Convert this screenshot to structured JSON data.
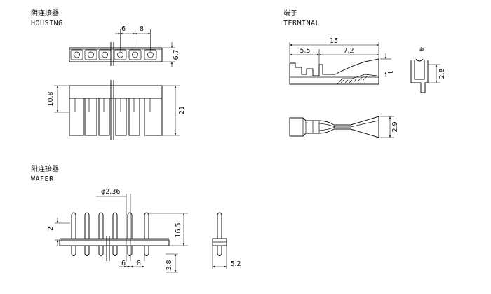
{
  "housing": {
    "title_cn": "阴连接器",
    "title_en": "HOUSING",
    "dims": {
      "pitch_a": "6",
      "pitch_b": "8",
      "height_top": "6.7",
      "left_h": "10.8",
      "right_h": "21"
    }
  },
  "terminal": {
    "title_cn": "端子",
    "title_en": "TERMINAL",
    "dims": {
      "total": "15",
      "front": "5.5",
      "rear": "7.2",
      "thickness": "t",
      "profile_w": "4",
      "profile_h": "2.8",
      "width": "2.9"
    }
  },
  "wafer": {
    "title_cn": "阳连接器",
    "title_en": "WAFER",
    "dims": {
      "pin_dia": "φ2.36",
      "left_h": "2",
      "pin_h": "16.5",
      "pitch_a": "6",
      "pitch_b": "8",
      "base_h": "3.8",
      "side_w": "5.2"
    }
  }
}
